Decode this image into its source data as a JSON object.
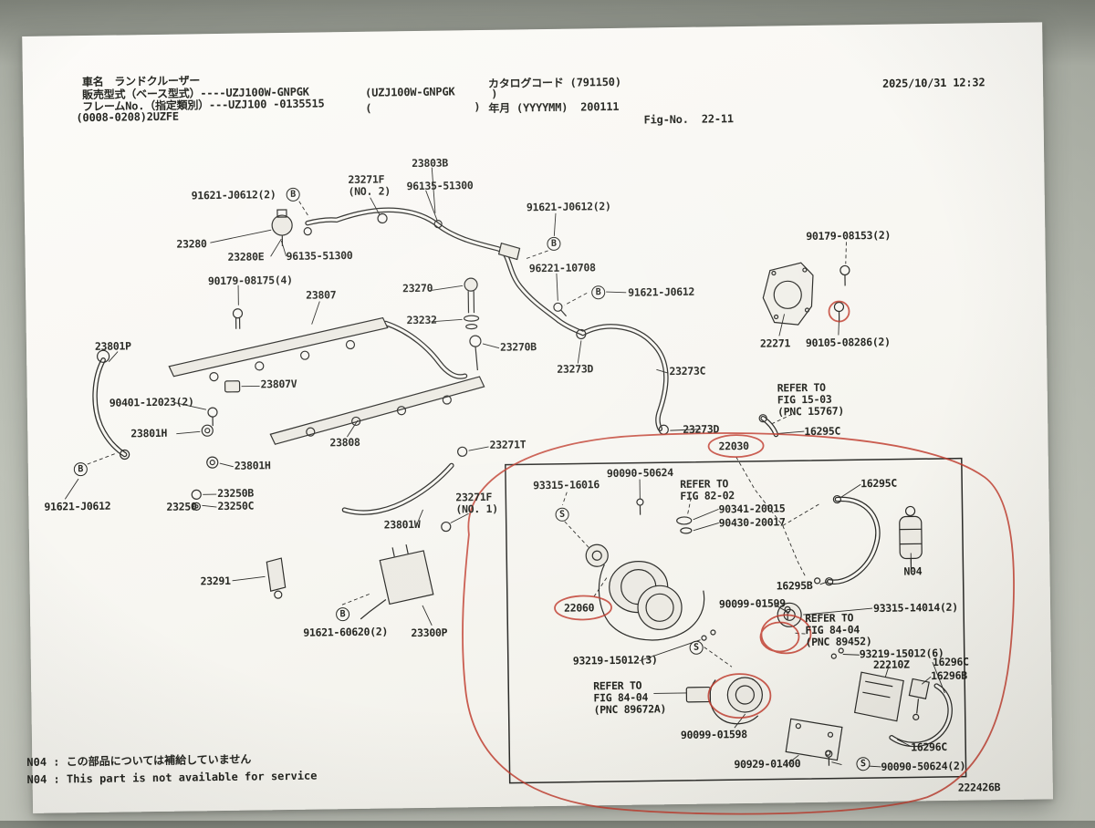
{
  "header": {
    "car_name": "車名　ランドクルーザー",
    "sales_model": "販売型式（ベース型式）----UZJ100W-GNPGK",
    "frame_no": "フレームNo.（指定類別）---UZJ100 -0135515",
    "engine": "(0008-0208)2UZFE",
    "model_paren": "(UZJ100W-GNPGK",
    "paren_open": "(",
    "paren_close": ")",
    "catalog_code": "カタログコード (791150)",
    "catalog_close": ")",
    "year_month": "年月 (YYYYMM)  200111",
    "timestamp": "2025/10/31 12:32",
    "fig_no": "Fig-No.  22-11"
  },
  "labels": [
    "23803B",
    "23271F\n(NO. 2)",
    "96135-51300",
    "91621-J0612(2)",
    "23280",
    "23280E",
    "96135-51300",
    "91621-J0612(2)",
    "96221-10708",
    "90179-08153(2)",
    "90179-08175(4)",
    "23807",
    "23270",
    "91621-J0612",
    "23232",
    "23801P",
    "23270B",
    "22271",
    "90105-08286(2)",
    "23273D",
    "23273C",
    "23807V",
    "90401-12023(2)",
    "23801H",
    "23808",
    "REFER TO\nFIG 15-03\n(PNC 15767)",
    "23273D",
    "16295C",
    "22030",
    "23801H",
    "23271T",
    "91621-J0612",
    "23250B",
    "23250",
    "23250C",
    "23271F\n(NO. 1)",
    "93315-16016",
    "90090-50624",
    "REFER TO\nFIG 82-02",
    "90341-20015",
    "90430-20017",
    "16295C",
    "23801W",
    "23291",
    "N04",
    "16295B",
    "22060",
    "90099-01599",
    "93315-14014(2)",
    "REFER TO\nFIG 84-04\n(PNC  89452)",
    "93219-15012(6)",
    "91621-60620(2)",
    "23300P",
    "93219-15012(3)",
    "22210Z",
    "16296C",
    "16296B",
    "REFER TO\nFIG 84-04\n(PNC 89672A)",
    "90099-01598",
    "16296C",
    "90929-01400",
    "90090-50624(2)",
    "222426B"
  ],
  "symbols": [
    "B",
    "B",
    "B",
    "B",
    "B",
    "S",
    "S",
    "S"
  ],
  "footnotes": {
    "jp": "N04 : この部品については補給していません",
    "en": "N04 : This part is not available for service"
  },
  "colors": {
    "ink": "#2b2b28",
    "red": "#c0392b",
    "paper": "#f7f6f1"
  }
}
